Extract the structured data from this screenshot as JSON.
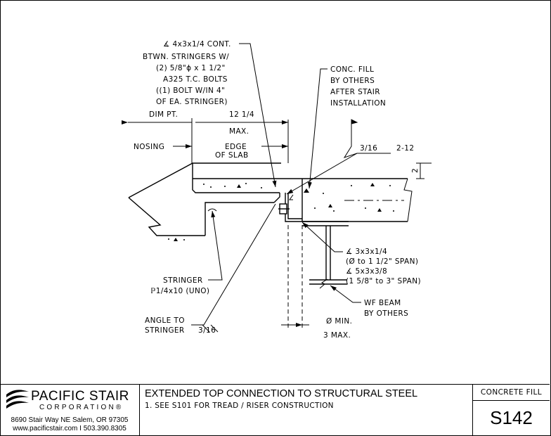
{
  "callouts": {
    "angle_cont": [
      "∡ 4x3x1/4 CONT.",
      "BTWN. STRINGERS W/",
      "(2) 5/8\"ϕ x 1 1/2\"",
      "A325 T.C. BOLTS",
      "((1) BOLT W/IN 4\"",
      "OF EA. STRINGER)"
    ],
    "conc_fill": [
      "CONC. FILL",
      "BY OTHERS",
      "AFTER STAIR",
      "INSTALLATION"
    ],
    "dim_pt": "DIM PT.",
    "dim_12": "12 1/4",
    "max": "MAX.",
    "nosing": "NOSING",
    "edge_of_slab": [
      "EDGE",
      "OF SLAB"
    ],
    "weld_316": "3/16",
    "weld_212": "2-12",
    "slab_dim": "2",
    "angle_3x3": [
      "∡ 3x3x1/4",
      "(Ø to 1 1/2\" SPAN)",
      "∡ 5x3x3/8",
      "(1 5/8\" to 3\" SPAN)"
    ],
    "wf_beam": [
      "WF BEAM",
      "BY OTHERS"
    ],
    "stringer": [
      "STRINGER",
      "ℙ1/4x10 (UNO)"
    ],
    "angle_to_stringer": [
      "ANGLE TO",
      "STRINGER"
    ],
    "weld_316b": "3/16",
    "min_dim": "Ø MIN.",
    "max_dim": "3 MAX."
  },
  "titleblock": {
    "company": "PACIFIC STAIR",
    "corporation": "CORPORATION®",
    "address": "8690 Stair Way NE Salem, OR 97305",
    "web": "www.pacificstair.com  I  503.390.8305",
    "title": "EXTENDED TOP CONNECTION TO STRUCTURAL STEEL",
    "note": "1.  SEE S101 FOR TREAD / RISER CONSTRUCTION",
    "category": "CONCRETE FILL",
    "sheet": "S142"
  }
}
